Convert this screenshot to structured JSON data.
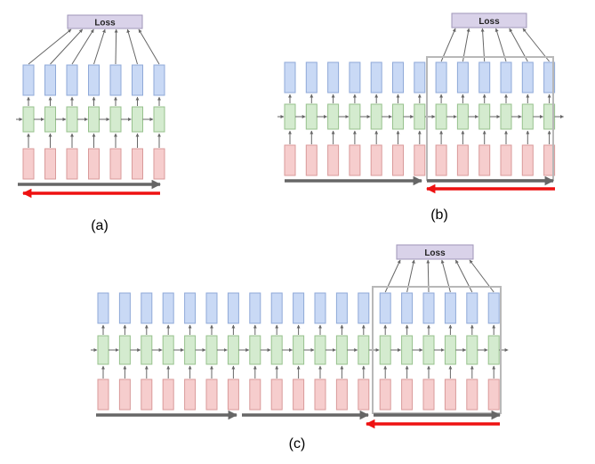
{
  "loss_label": "Loss",
  "panels": [
    {
      "id": "a",
      "caption": "(a)",
      "steps": 7
    },
    {
      "id": "b",
      "caption": "(b)",
      "steps": 13,
      "window_start": 7
    },
    {
      "id": "c",
      "caption": "(c)",
      "steps": 19,
      "window_start": 13
    }
  ],
  "colors": {
    "output_fill": "#c9d9f5",
    "output_stroke": "#8fa9d8",
    "hidden_fill": "#d4ebcf",
    "hidden_stroke": "#97c18d",
    "input_fill": "#f6cdcd",
    "input_stroke": "#d99a9a",
    "loss_fill": "#d9d2e9",
    "loss_stroke": "#9f96b8",
    "arrow": "#666666",
    "forward_arrow": "#666666",
    "backward_arrow": "#ee1111",
    "window": "#b8b8b8"
  }
}
